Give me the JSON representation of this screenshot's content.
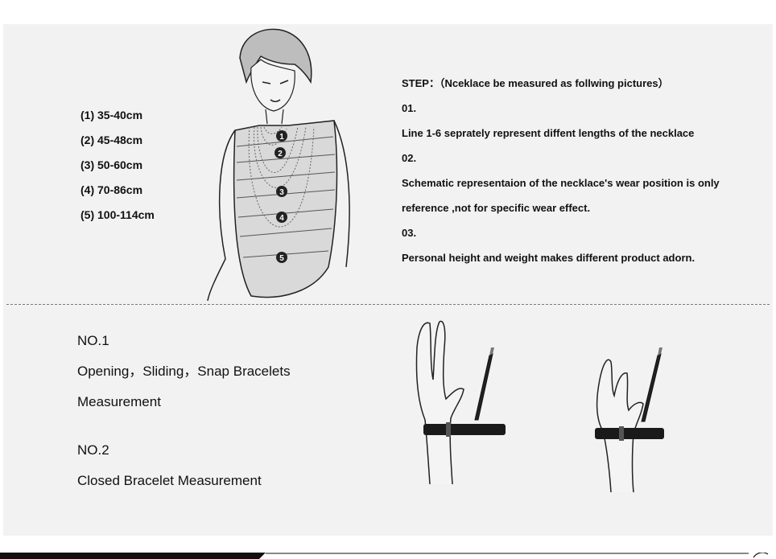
{
  "necklace_sizes": [
    "(1) 35-40cm",
    "(2) 45-48cm",
    "(3) 50-60cm",
    "(4) 70-86cm",
    "(5) 100-114cm"
  ],
  "pendant_markers": [
    "1",
    "2",
    "3",
    "4",
    "5"
  ],
  "steps": [
    "STEP：（Nceklace be measured as follwing pictures）",
    "01.",
    "Line 1-6 seprately represent diffent lengths of the necklace",
    "02.",
    "Schematic representaion of the necklace's wear position is only",
    "reference ,not for specific wear effect.",
    "03.",
    "Personal height and weight makes different product adorn."
  ],
  "bracelet": {
    "no1_title": "NO.1",
    "no1_line1": "Opening，Sliding，Snap Bracelets",
    "no1_line2": "Measurement",
    "no2_title": "NO.2",
    "no2_line1": "Closed Bracelet Measurement"
  },
  "colors": {
    "panel": "#f2f2f2",
    "ink": "#111111",
    "tape": "#1a1a1a",
    "divider": "#7a7a7a"
  }
}
